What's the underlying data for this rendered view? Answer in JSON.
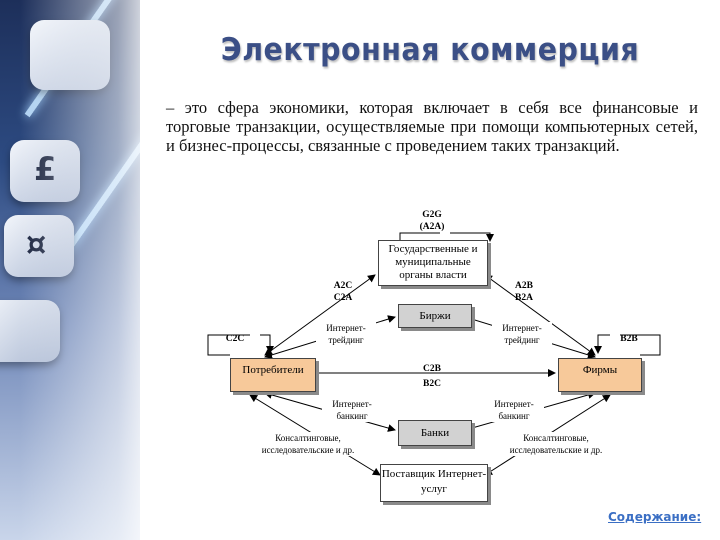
{
  "title": "Электронная коммерция",
  "description": "– это сфера экономики, которая включает в себя все финансовые и торговые транзакции, осуществляемые при помощи компьютерных сетей, и бизнес-процессы, связанные с проведением таких транзакций.",
  "decor": {
    "key1": "£",
    "key2": "¤"
  },
  "diagram": {
    "g2g_label": "G2G",
    "a2a_label": "(A2A)",
    "government": "Государственные и муниципальные органы власти",
    "exchanges": "Биржи",
    "consumers": "Потребители",
    "firms": "Фирмы",
    "banks": "Банки",
    "provider": "Поставщик Интернет-услуг",
    "a2c_c2a": "A2C\nC2A",
    "a2b_b2a": "A2B\nB2A",
    "c2c": "C2C",
    "b2b": "B2B",
    "c2b_b2c": "C2B\nB2C",
    "trading_left": "Интернет-\nтрейдинг",
    "trading_right": "Интернет-\nтрейдинг",
    "banking_left": "Интернет-\nбанкинг",
    "banking_right": "Интернет-\nбанкинг",
    "consulting_left": "Консалтинговые,\nисследовательские и др.",
    "consulting_right": "Консалтинговые,\nисследовательские и др."
  },
  "nav": {
    "contents_link": "Содержание:"
  }
}
